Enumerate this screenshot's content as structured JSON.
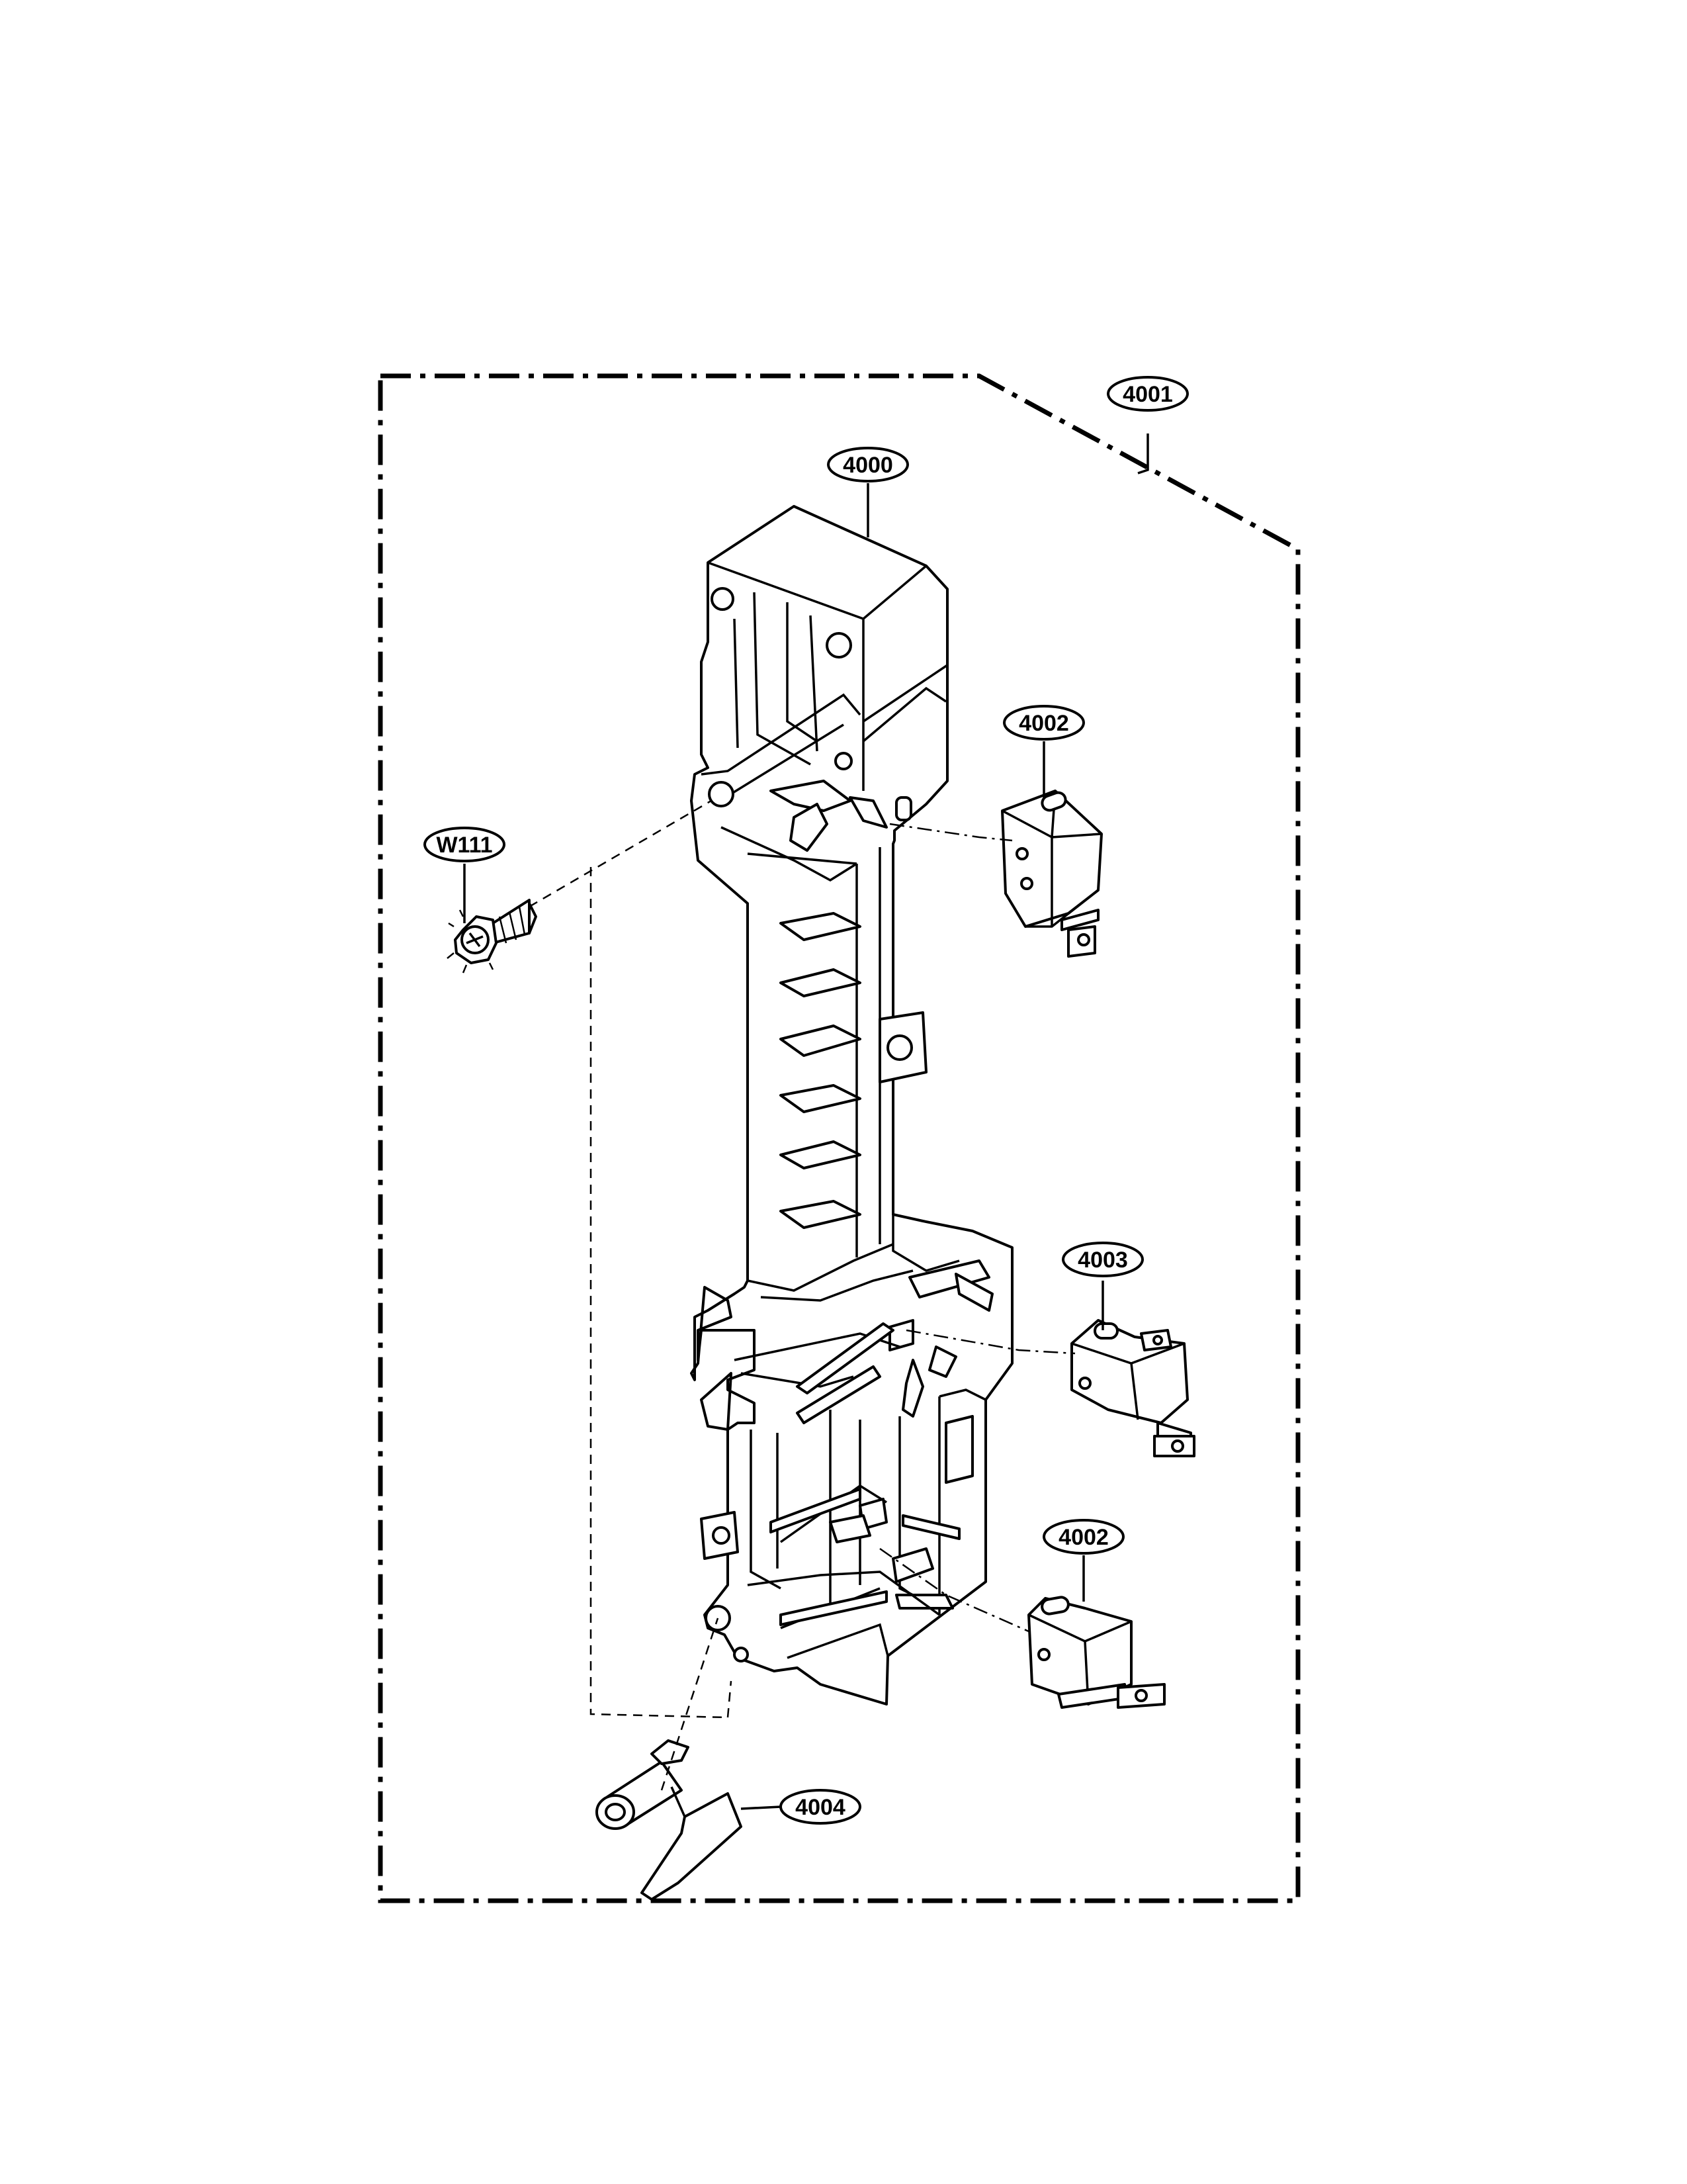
{
  "labels": {
    "kit": "4001",
    "latch_board": "4000",
    "switch_top": "4002",
    "switch_middle": "4003",
    "switch_bottom": "4002",
    "screw": "W111",
    "lever": "4004"
  },
  "colors": {
    "line": "#000000",
    "background": "#ffffff"
  }
}
